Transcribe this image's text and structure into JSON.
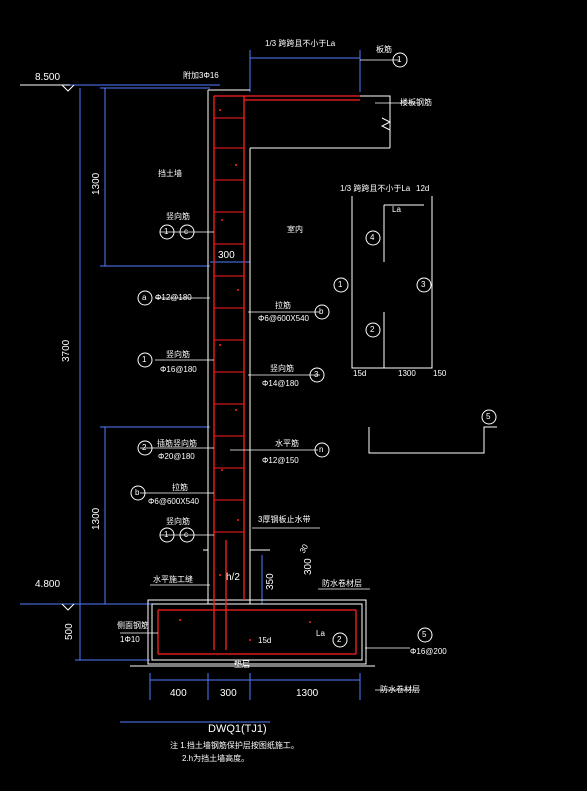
{
  "title": "DWQ1(TJ1)",
  "notes": [
    "注 1.挡土墙钢筋保护层按图纸施工。",
    "2.h为挡土墙高度。"
  ],
  "elevations": [
    "8.500",
    "4.800"
  ],
  "dims": {
    "left_upper": "1300",
    "left_total": "3700",
    "left_lower": "1300",
    "left_base": "500",
    "wall_thickness": "300",
    "bottom_left": "400",
    "bottom_mid": "300",
    "bottom_right": "1300",
    "waterstop_h": "350",
    "half_h": "h/2",
    "mark_30": "30",
    "mark_300": "300",
    "lap_15d": "15d",
    "lap_la": "La"
  },
  "labels": {
    "top_lap": "1/3 跨跨且不小于La",
    "slab_tag": "板筋",
    "slab_side": "楼板钢筋",
    "top_bar": "附加3Φ16",
    "soil_side": "挡土墙",
    "room_side": "室内",
    "vertical_bar_1": "竖向筋",
    "vert_bar_spec_1": "Φ12@180",
    "tie_bar": "拉筋",
    "tie_bar_spec": "Φ6@600X540",
    "vertical_bar_2": "竖向筋",
    "vert_bar_spec_2": "Φ16@180",
    "vertical_bar_3": "竖向筋",
    "vert_bar_spec_3": "Φ14@180",
    "base_vertical": "插筋竖向筋",
    "base_vert_spec": "Φ20@180",
    "horizontal_bar": "水平筋",
    "horizontal_spec": "Φ12@150",
    "tie_bar_2": "拉筋",
    "tie_bar_spec_2": "Φ6@600X540",
    "vertical_bar_4": "竖向筋",
    "waterstop": "3厚钢板止水带",
    "construction_joint": "水平施工缝",
    "waterproof_top": "防水卷材层",
    "waterproof_bottom": "防水卷材层",
    "side_bar": "侧面钢筋",
    "side_bar_spec": "1Φ10",
    "cushion": "垫层",
    "footing_bar_spec": "Φ16@200",
    "detail_top": "1/3 跨跨且不小于La",
    "detail_12d": "12d",
    "detail_la": "La",
    "detail_15d": "15d",
    "detail_1300": "1300",
    "detail_150": "150"
  },
  "callouts": {
    "c1": "1",
    "c2": "2",
    "c3": "3",
    "c4": "4",
    "c5": "5",
    "a": "a",
    "b": "b",
    "n": "n",
    "c": "c"
  },
  "colors": {
    "background": "#000000",
    "lines": "#ffffff",
    "dims": "#4f7dff",
    "rebar": "#ff2020",
    "hatch": "#ff2020",
    "accent": "#e8d84a"
  }
}
